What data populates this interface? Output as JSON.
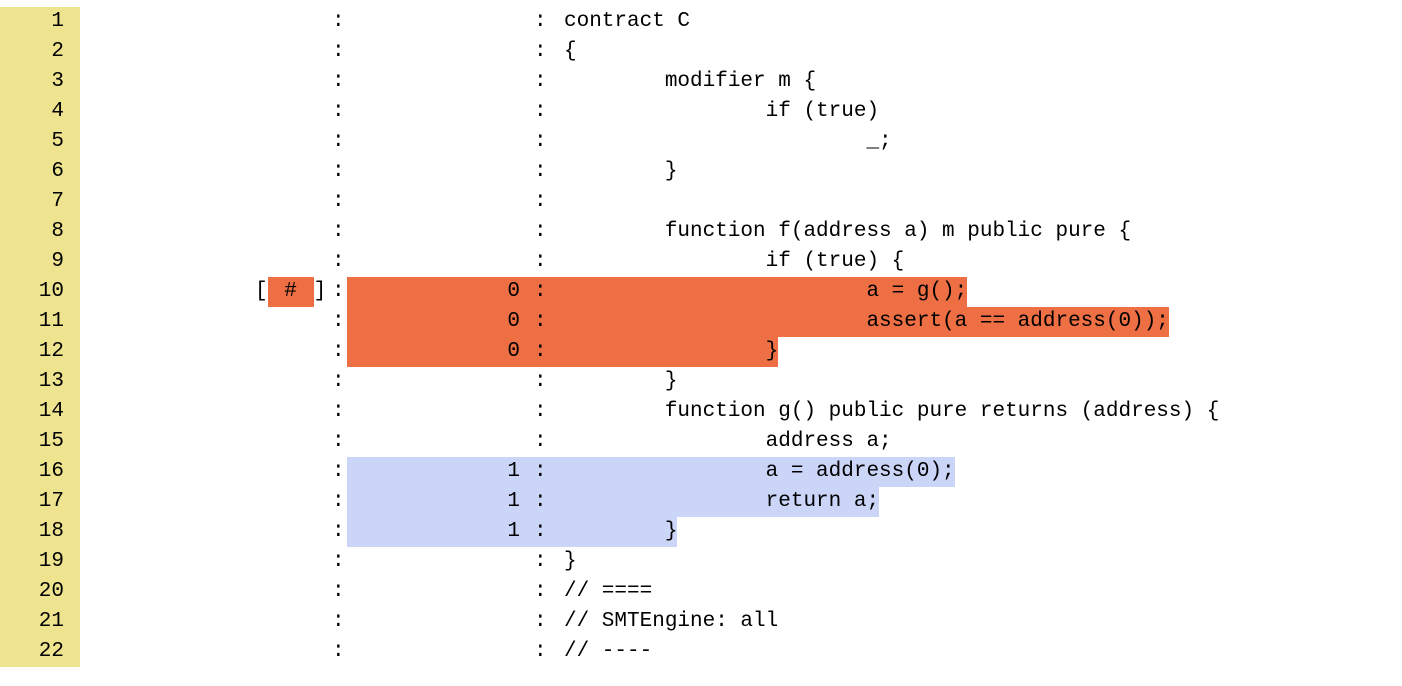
{
  "colors": {
    "line_number_bg": "#eee38f",
    "executed_bg": "#ee6f44",
    "covered_bg": "#cbd5f7"
  },
  "marker": {
    "open": "[",
    "symbol": "#",
    "close": "]"
  },
  "separator": ":",
  "lines": [
    {
      "num": "1",
      "count": "",
      "code": "contract C",
      "hl": ""
    },
    {
      "num": "2",
      "count": "",
      "code": "{",
      "hl": ""
    },
    {
      "num": "3",
      "count": "",
      "code": "        modifier m {",
      "hl": ""
    },
    {
      "num": "4",
      "count": "",
      "code": "                if (true)",
      "hl": ""
    },
    {
      "num": "5",
      "count": "",
      "code": "                        _;",
      "hl": ""
    },
    {
      "num": "6",
      "count": "",
      "code": "        }",
      "hl": ""
    },
    {
      "num": "7",
      "count": "",
      "code": "",
      "hl": ""
    },
    {
      "num": "8",
      "count": "",
      "code": "        function f(address a) m public pure {",
      "hl": ""
    },
    {
      "num": "9",
      "count": "",
      "code": "                if (true) {",
      "hl": ""
    },
    {
      "num": "10",
      "count": "0",
      "code": "                        a = g();",
      "hl": "ex",
      "marker": true
    },
    {
      "num": "11",
      "count": "0",
      "code": "                        assert(a == address(0));",
      "hl": "ex"
    },
    {
      "num": "12",
      "count": "0",
      "code": "                }",
      "hl": "ex"
    },
    {
      "num": "13",
      "count": "",
      "code": "        }",
      "hl": ""
    },
    {
      "num": "14",
      "count": "",
      "code": "        function g() public pure returns (address) {",
      "hl": ""
    },
    {
      "num": "15",
      "count": "",
      "code": "                address a;",
      "hl": ""
    },
    {
      "num": "16",
      "count": "1",
      "code": "                a = address(0);",
      "hl": "cov"
    },
    {
      "num": "17",
      "count": "1",
      "code": "                return a;",
      "hl": "cov"
    },
    {
      "num": "18",
      "count": "1",
      "code": "        }",
      "hl": "cov"
    },
    {
      "num": "19",
      "count": "",
      "code": "}",
      "hl": ""
    },
    {
      "num": "20",
      "count": "",
      "code": "// ====",
      "hl": ""
    },
    {
      "num": "21",
      "count": "",
      "code": "// SMTEngine: all",
      "hl": ""
    },
    {
      "num": "22",
      "count": "",
      "code": "// ----",
      "hl": ""
    }
  ]
}
